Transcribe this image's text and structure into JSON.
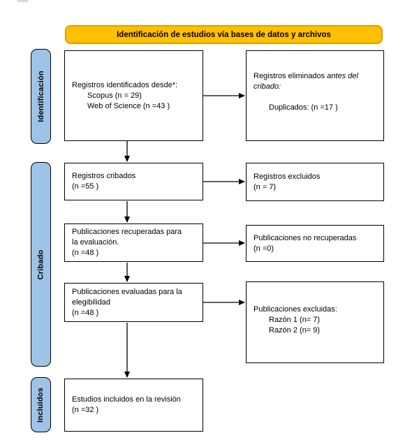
{
  "banner": {
    "label": "Identificación de estudios vía bases de datos y archivos"
  },
  "sidebar": {
    "identification": "Identificación",
    "screening": "Cribado",
    "included": "Incluidos"
  },
  "boxes": {
    "identified": {
      "title": "Registros identificados desde*:",
      "items": [
        "Scopus (n = 29)",
        "Web of Science (n =43 )"
      ]
    },
    "removed": {
      "line1_normal": "Registros eliminados",
      "line1_italic": "antes del",
      "line2_italic": "cribado:",
      "item": "Duplicados: (n =17 )"
    },
    "screened": {
      "lines": [
        "Registros cribados",
        "(n =55 )"
      ]
    },
    "excluded": {
      "lines": [
        "Registros excluidos",
        "(n = 7)"
      ]
    },
    "retrieved": {
      "lines": [
        "Publicaciones recuperadas para",
        "la evaluación.",
        "(n =48 )"
      ]
    },
    "not_retrieved": {
      "lines": [
        "Publicaciones no recuperadas",
        "(n =0)"
      ]
    },
    "assessed": {
      "lines": [
        "Publicaciones evaluadas para la",
        "elegibilidad",
        "(n =48 )"
      ]
    },
    "excluded_reasons": {
      "title": "Publicaciones excluidas:",
      "items": [
        "Razón 1 (n= 7)",
        "Razón 2 (n= 9)"
      ]
    },
    "included": {
      "lines": [
        "Estudios incluidos en la revisión",
        "(n =32 )"
      ]
    }
  },
  "colors": {
    "banner": "#FFC000",
    "banner_border": "#E29C00",
    "sidebar": "#9DC3E6",
    "line": "#000000"
  }
}
